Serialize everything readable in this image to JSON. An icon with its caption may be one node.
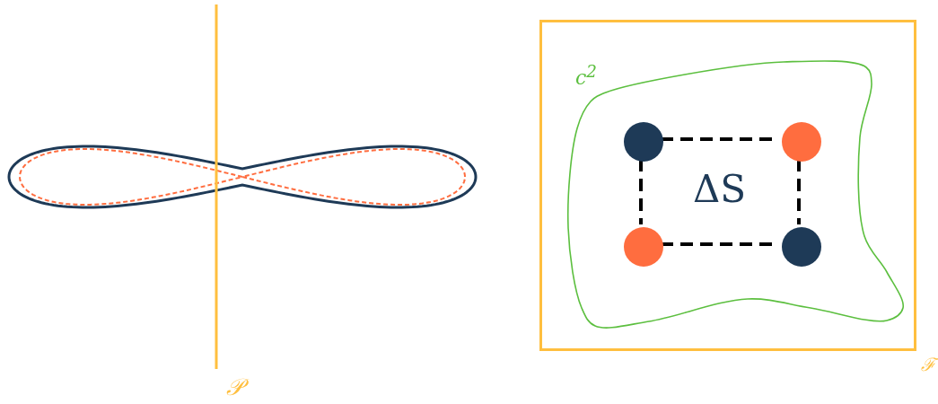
{
  "diagram": {
    "nodes": [
      {
        "text": [
          "ℱ"
        ]
      },
      {
        "text": [
          "c$^{2}$"
        ],
        "in": 0
      },
      {
        "text": [],
        "shape": "circle",
        "in": 1
      },
      {
        "text": [],
        "shape": "circle",
        "in": 1
      },
      {
        "text": [],
        "shape": "circle",
        "in": 1
      },
      {
        "text": [],
        "shape": "circle",
        "in": 1
      }
    ],
    "edges": [
      {
        "from": 2,
        "to": 3,
        "arrow": "none",
        "style": "dashed"
      },
      {
        "from": 2,
        "to": 4,
        "arrow": "none",
        "style": "dashed"
      },
      {
        "from": 3,
        "to": 5,
        "arrow": "none",
        "style": "dashed"
      },
      {
        "from": 4,
        "to": 5,
        "arrow": "none",
        "style": "dashed"
      }
    ],
    "labels": [
      "ΔS",
      "𝒫"
    ]
  }
}
